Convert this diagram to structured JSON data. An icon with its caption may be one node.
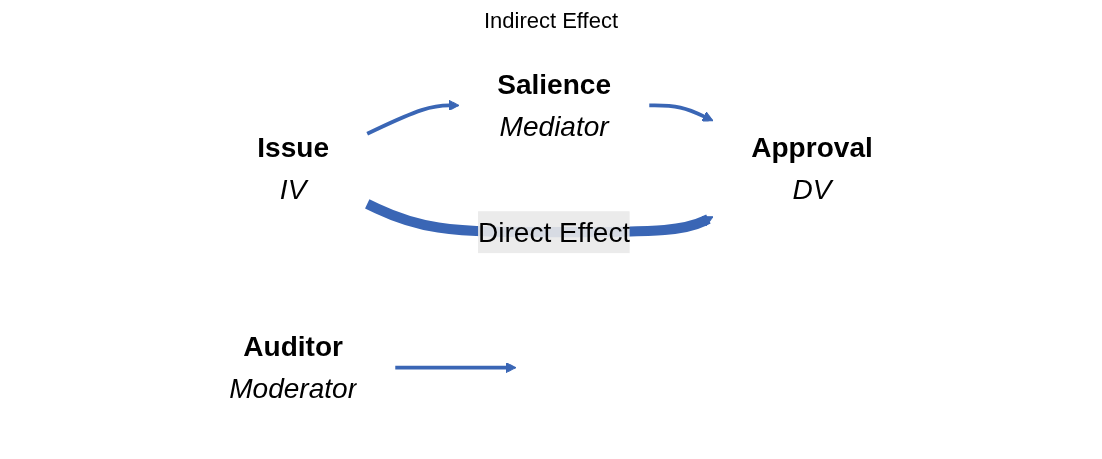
{
  "diagram": {
    "nodes": [
      {
        "text": [
          "Issue",
          "IV"
        ]
      },
      {
        "text": [
          "Salience",
          "Mediator"
        ]
      },
      {
        "text": [
          "Approval",
          "DV"
        ]
      },
      {
        "text": [
          "Auditor",
          "Moderator"
        ]
      }
    ],
    "edges": [
      {
        "from": 0,
        "to": 1,
        "arrow": "to"
      },
      {
        "from": 1,
        "to": 2,
        "arrow": "to"
      },
      {
        "from": 3,
        "to": null,
        "arrow": "to"
      },
      {
        "from": 0,
        "to": 2,
        "arrow": "to",
        "style": "thick",
        "label": "Direct Effect"
      }
    ],
    "labels": [
      "Indirect Effect"
    ]
  }
}
